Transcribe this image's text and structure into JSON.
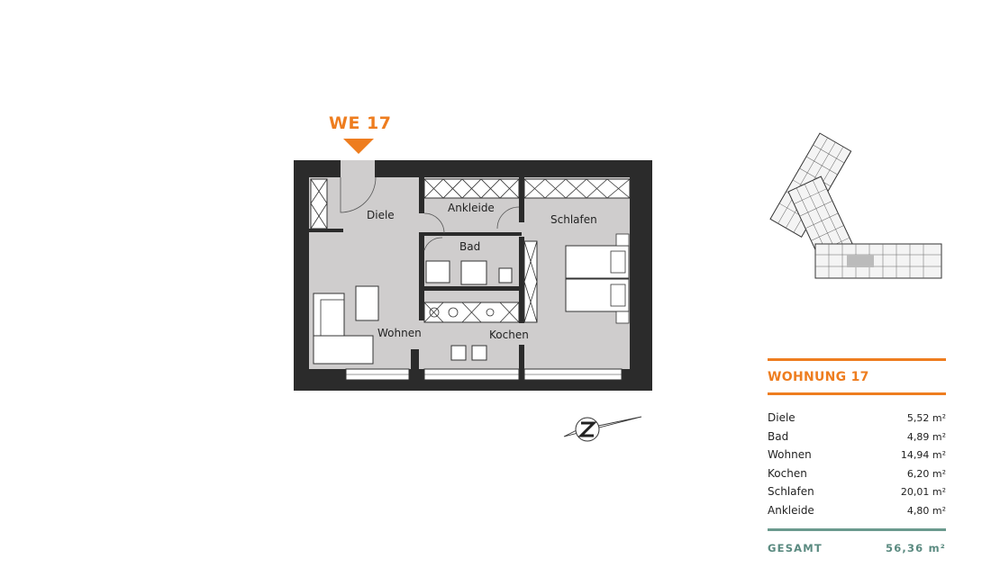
{
  "unit_marker": {
    "label": "WE 17"
  },
  "rooms": {
    "diele": "Diele",
    "ankleide": "Ankleide",
    "bad": "Bad",
    "schlafen": "Schlafen",
    "wohnen": "Wohnen",
    "kochen": "Kochen"
  },
  "summary": {
    "title": "WOHNUNG 17",
    "areas": [
      {
        "room": "Diele",
        "size": "5,52 m²"
      },
      {
        "room": "Bad",
        "size": "4,89 m²"
      },
      {
        "room": "Wohnen",
        "size": "14,94 m²"
      },
      {
        "room": "Kochen",
        "size": "6,20 m²"
      },
      {
        "room": "Schlafen",
        "size": "20,01 m²"
      },
      {
        "room": "Ankleide",
        "size": "4,80 m²"
      }
    ],
    "total_label": "GESAMT",
    "total_value": "56,36 m²"
  },
  "colors": {
    "accent": "#ee7d1f",
    "total_rule": "#6b9a8e",
    "wall": "#2b2b2b",
    "floor": "#cfcdcd"
  },
  "icons": {
    "marker": "down-triangle-icon",
    "north": "north-arrow-icon"
  }
}
